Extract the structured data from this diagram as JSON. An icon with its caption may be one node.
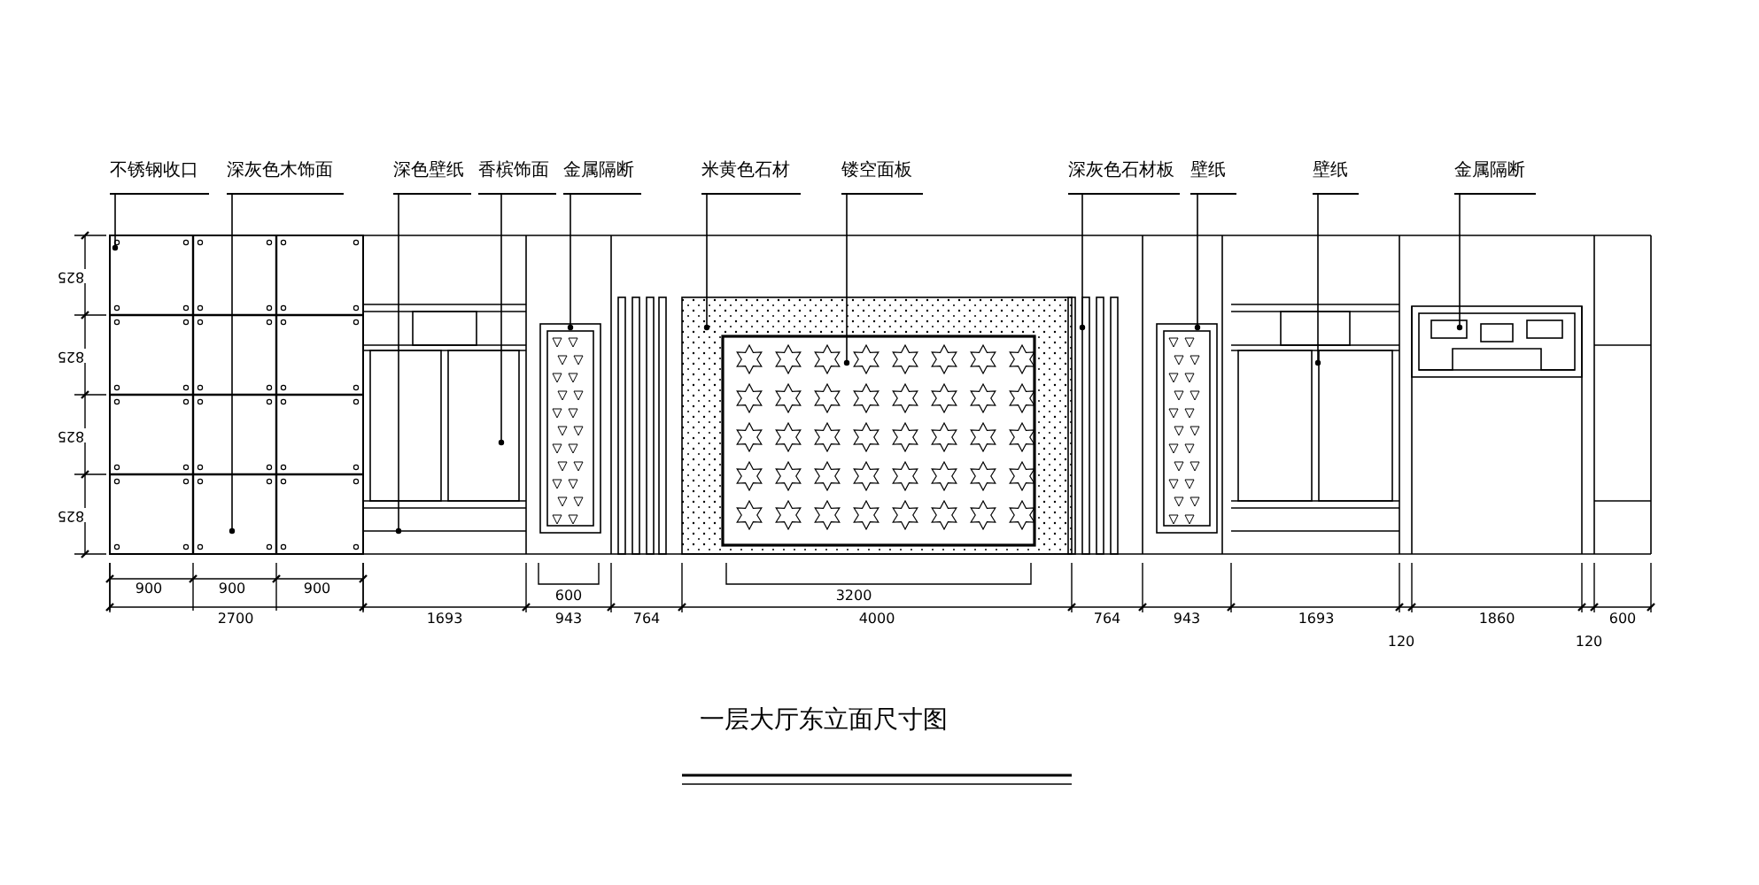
{
  "diagram": {
    "title": "一层大厅东立面尺寸图",
    "nodes": [
      {
        "text": [
          "不锈钢收口"
        ]
      },
      {
        "text": [
          "深灰色木饰面"
        ]
      },
      {
        "text": [
          "深色壁纸"
        ]
      },
      {
        "text": [
          "香槟饰面"
        ]
      },
      {
        "text": [
          "金属隔断"
        ]
      },
      {
        "text": [
          "米黄色石材"
        ]
      },
      {
        "text": [
          "镂空面板"
        ]
      },
      {
        "text": [
          "深灰色石材板"
        ]
      },
      {
        "text": [
          "壁纸"
        ]
      },
      {
        "text": [
          "壁纸"
        ]
      },
      {
        "text": [
          "金属隔断"
        ]
      }
    ],
    "edges": [
      {
        "from": 0,
        "to": null,
        "arrow": "other"
      },
      {
        "from": 1,
        "to": null,
        "arrow": "other"
      },
      {
        "from": 2,
        "to": null,
        "arrow": "other"
      },
      {
        "from": 3,
        "to": null,
        "arrow": "other"
      },
      {
        "from": 4,
        "to": null,
        "arrow": "other"
      },
      {
        "from": 5,
        "to": null,
        "arrow": "other"
      },
      {
        "from": 6,
        "to": null,
        "arrow": "other"
      },
      {
        "from": 7,
        "to": null,
        "arrow": "other"
      },
      {
        "from": 8,
        "to": null,
        "arrow": "other"
      },
      {
        "from": 9,
        "to": null,
        "arrow": "other"
      },
      {
        "from": 10,
        "to": null,
        "arrow": "other"
      }
    ],
    "labels": [
      "825",
      "825",
      "825",
      "825",
      "900",
      "900",
      "900",
      "600",
      "3200",
      "2700",
      "1693",
      "943",
      "764",
      "4000",
      "764",
      "943",
      "1693",
      "1860",
      "600",
      "120",
      "120"
    ]
  }
}
